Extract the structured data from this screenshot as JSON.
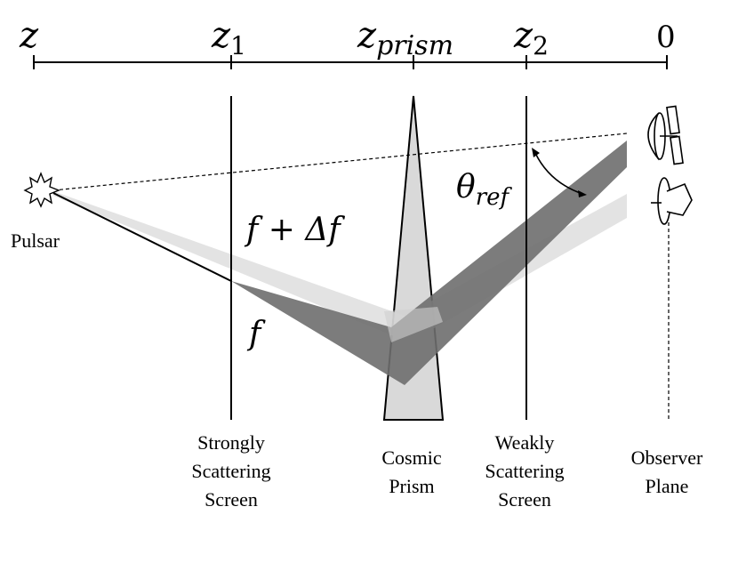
{
  "axis": {
    "z_label": "z",
    "z1_label": "z",
    "z1_sub": "1",
    "zprism_label": "z",
    "zprism_sub": "prism",
    "z2_label": "z",
    "z2_sub": "2",
    "zero_label": "0"
  },
  "labels": {
    "pulsar": "Pulsar",
    "f_plus": "f + Δf",
    "f": "f",
    "theta": "θ",
    "theta_sub": "ref",
    "strong_screen": [
      "Strongly",
      "Scattering",
      "Screen"
    ],
    "prism": [
      "Cosmic",
      "Prism"
    ],
    "weak_screen": [
      "Weakly",
      "Scattering",
      "Screen"
    ],
    "observer": [
      "Observer",
      "Plane"
    ]
  },
  "colors": {
    "line": "#000000",
    "beam_dark": "#6e6e6e",
    "beam_light": "#dedede",
    "prism_fill": "#d9d9d9"
  }
}
